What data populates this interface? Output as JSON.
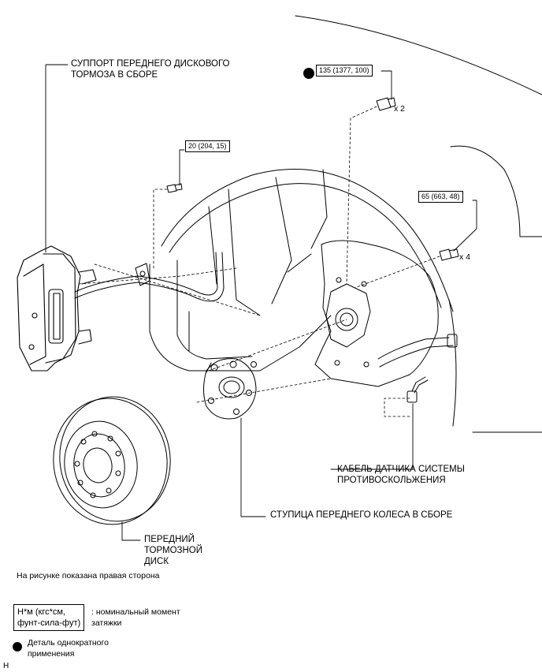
{
  "labels": {
    "caliper": "СУППОРТ ПЕРЕДНЕГО ДИСКОВОГО\nТОРМОЗА В СБОРЕ",
    "sensor_cable": "КАБЕЛЬ ДАТЧИКА СИСТЕМЫ\nПРОТИВОСКОЛЬЖЕНИЯ",
    "hub": "СТУПИЦА ПЕРЕДНЕГО КОЛЕСА В СБОРЕ",
    "disc": "ПЕРЕДНИЙ\nТОРМОЗНОЙ\nДИСК"
  },
  "torques": {
    "hub_bolts": "135 (1377, 100)",
    "caliper_bolt": "20 (204, 15)",
    "knuckle_bolts": "65 (663, 48)"
  },
  "quantities": {
    "hub_bolts": "x 2",
    "knuckle_bolts": "x 4"
  },
  "notes": {
    "side": "На рисунке показана правая сторона"
  },
  "legend": {
    "torque_unit": "Н*м (кгс*см,\nфунт-сила-фут)",
    "torque_desc": ": номинальный момент\nзатяжки",
    "single_use": "Деталь однократного\nприменения"
  },
  "footer_mark": "H"
}
